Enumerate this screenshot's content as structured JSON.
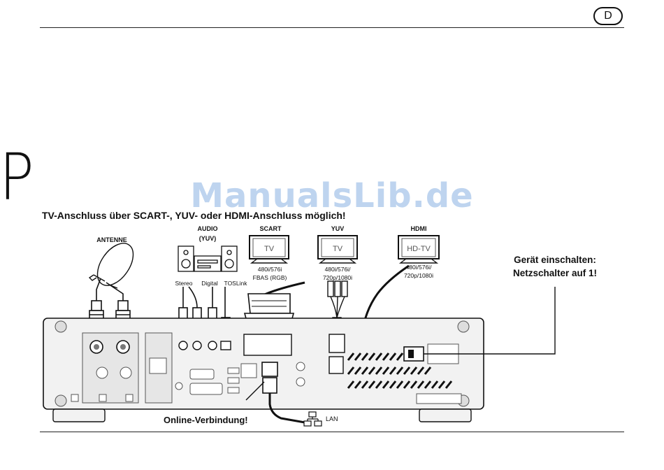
{
  "page": {
    "badge": "D",
    "side_letter": "P",
    "watermark": "ManualsLib.de",
    "heading": "TV-Anschluss über SCART-, YUV- oder HDMI-Anschluss möglich!"
  },
  "labels": {
    "antenne": "ANTENNE",
    "audio_line1": "AUDIO",
    "audio_line2": "(YUV)",
    "scart": "SCART",
    "yuv": "YUV",
    "hdmi": "HDMI",
    "tv_scart": "TV",
    "tv_yuv": "TV",
    "tv_hdmi": "HD-TV",
    "scart_res1": "480i/576i",
    "scart_res2": "FBAS (RGB)",
    "yuv_res1": "480i/576i/",
    "yuv_res2": "720p/1080i",
    "hdmi_res1": "480i/576i/",
    "hdmi_res2": "720p/1080i",
    "stereo": "Stereo",
    "digital": "Digital",
    "toslink": "TOSLink",
    "power_line1": "Gerät einschalten:",
    "power_line2": "Netzschalter auf 1!",
    "online": "Online-Verbindung!",
    "lan": "LAN"
  }
}
